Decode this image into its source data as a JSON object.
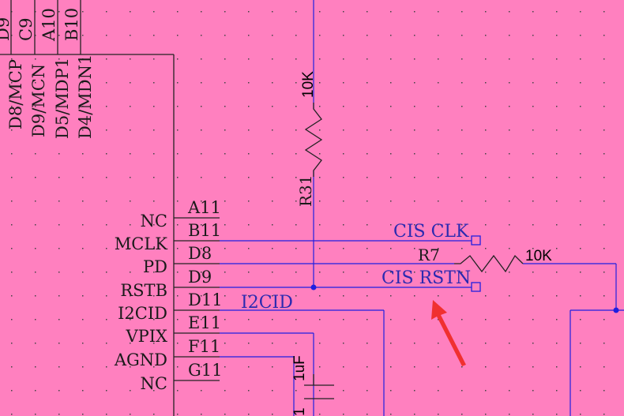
{
  "colors": {
    "background": "#ff80bf",
    "wire": "#1f1fe0",
    "net_label": "#2a2ab0",
    "arrow": "#f03030"
  },
  "top_pin_numbers": [
    "D9",
    "C9",
    "A10",
    "B10"
  ],
  "top_pin_names": [
    "D8/MCP",
    "D9/MCN",
    "D5/MDP1",
    "D4/MDN1"
  ],
  "left_pins": [
    {
      "name": "NC",
      "number": "A11"
    },
    {
      "name": "MCLK",
      "number": "B11"
    },
    {
      "name": "PD",
      "number": "D8"
    },
    {
      "name": "RSTB",
      "number": "D9"
    },
    {
      "name": "I2CID",
      "number": "D11"
    },
    {
      "name": "VPIX",
      "number": "E11"
    },
    {
      "name": "AGND",
      "number": "F11"
    },
    {
      "name": "NC",
      "number": "G11"
    }
  ],
  "nets": {
    "cis_clk": "CIS CLK",
    "cis_rstn": "CIS RSTN",
    "i2cid": "I2CID"
  },
  "r31": {
    "ref": "R31",
    "value": "10K"
  },
  "r7": {
    "ref": "R7",
    "value": "10K"
  },
  "cap": {
    "value": "1uF",
    "ref_partial": "1"
  },
  "annotation": "red-arrow"
}
